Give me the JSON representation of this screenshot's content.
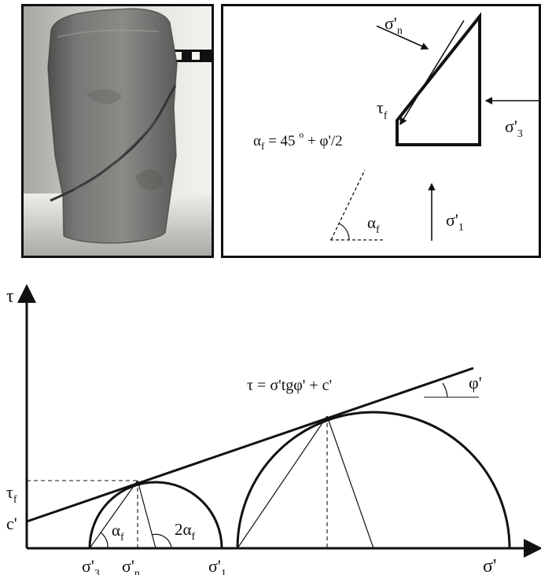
{
  "free_body": {
    "sigma_n_base": "σ'",
    "sigma_n_sub": "n",
    "tau_f_base": "τ",
    "tau_f_sub": "f",
    "sigma_3_base": "σ'",
    "sigma_3_sub": "3",
    "sigma_1_base": "σ'",
    "sigma_1_sub": "1",
    "alpha_formula_base": "α",
    "alpha_formula_sub": "f",
    "alpha_formula_rest": " = 45 ",
    "alpha_degree": "o",
    "alpha_formula_tail": " + φ'/2",
    "alpha_angle_base": "α",
    "alpha_angle_sub": "f"
  },
  "mohr": {
    "tau_axis_label": "τ",
    "sigma_axis_label": "σ'",
    "envelope_equation": "τ = σ'tgφ' + c'",
    "phi_label": "φ'",
    "tau_f_base": "τ",
    "tau_f_sub": "f",
    "c_label": "c'",
    "alpha_base": "α",
    "alpha_sub": "f",
    "two_alpha_prefix": "2",
    "two_alpha_base": "α",
    "two_alpha_sub": "f",
    "sigma_3_base": "σ'",
    "sigma_3_sub": "3",
    "sigma_n_base": "σ'",
    "sigma_n_sub": "n",
    "sigma_1_base": "σ'",
    "sigma_1_sub": "1"
  },
  "colors": {
    "ink": "#111111",
    "photo_background": "#d7d7d2",
    "specimen": "#7d7d7a"
  },
  "photo": {
    "subject": "cylindrical soil specimen with inclined shear failure plane"
  }
}
